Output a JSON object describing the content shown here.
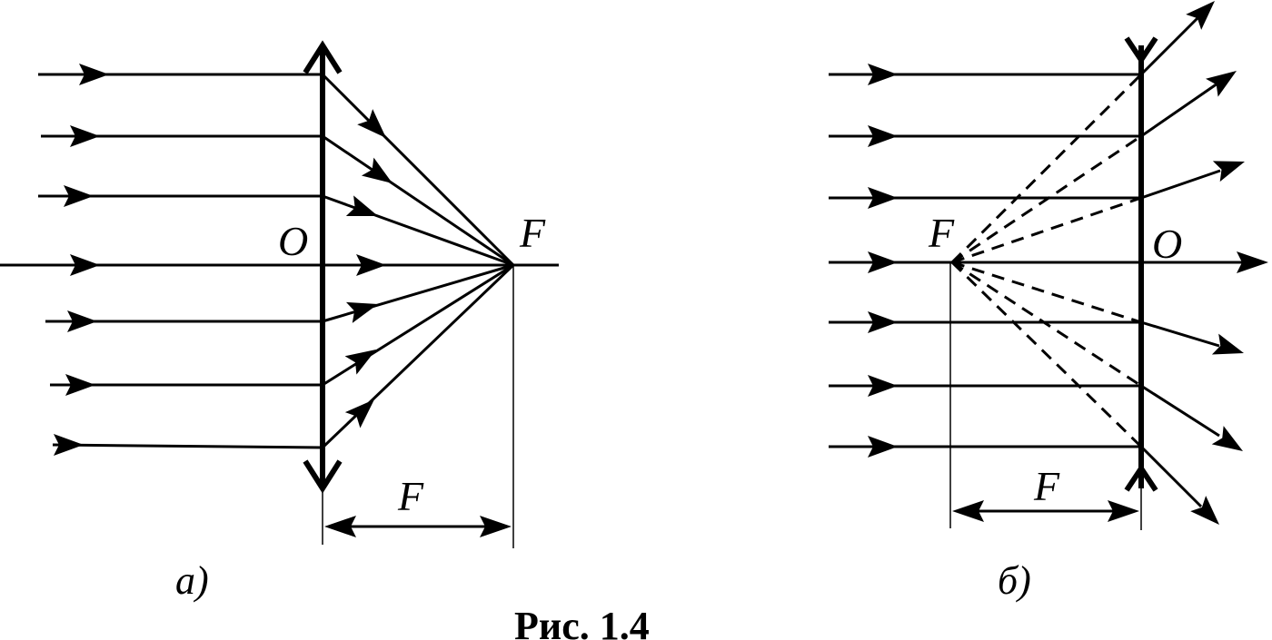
{
  "panel_a": {
    "center_label": "O",
    "focus_label": "F",
    "distance_label": "F",
    "sublabel": "а)"
  },
  "panel_b": {
    "center_label": "O",
    "focus_label": "F",
    "distance_label": "F",
    "sublabel": "б)"
  },
  "caption": "Рис.  1.4"
}
